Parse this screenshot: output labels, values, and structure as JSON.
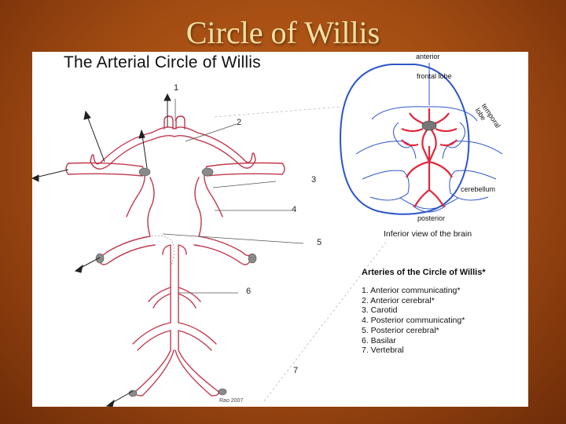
{
  "slide": {
    "title": "Circle of Willis"
  },
  "figure": {
    "heading": "The Arterial Circle of Willis",
    "numbers": [
      "1",
      "2",
      "3",
      "4",
      "5",
      "6",
      "7"
    ],
    "credit": "Rao 2007"
  },
  "brain_view": {
    "anterior": "anterior",
    "frontal_lobe": "frontal lobe",
    "temporal_lobe": "temporal lobe",
    "cerebellum": "cerebellum",
    "posterior": "posterior",
    "caption": "Inferior view of the brain"
  },
  "legend": {
    "title": "Arteries of the Circle of Willis*",
    "items": [
      "1. Anterior communicating*",
      "2. Anterior cerebral*",
      "3. Carotid",
      "4. Posterior communicating*",
      "5. Posterior cerebral*",
      "6. Basilar",
      "7. Vertebral"
    ]
  },
  "colors": {
    "background": "#a04a12",
    "title": "#f3e2a4",
    "artery_outline": "#c0394f",
    "brain_outline": "#2c55c8",
    "brain_vessels": "#e0283c"
  }
}
